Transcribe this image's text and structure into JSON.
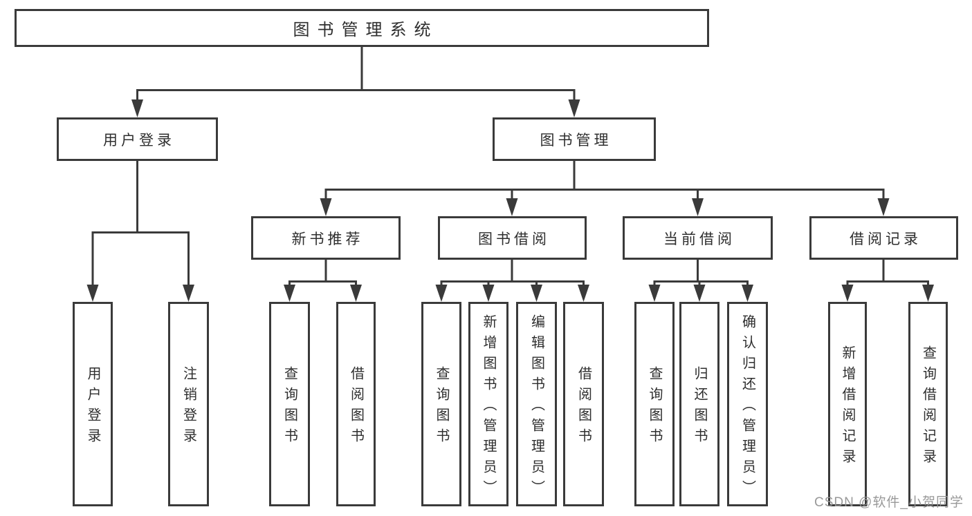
{
  "diagram": {
    "root": "图书管理系统",
    "level2": [
      "用户登录",
      "图书管理"
    ],
    "level3": [
      "新书推荐",
      "图书借阅",
      "当前借阅",
      "借阅记录"
    ],
    "login_children": [
      "用户登录",
      "注销登录"
    ],
    "recommend_children": [
      "查询图书",
      "借阅图书"
    ],
    "borrow_children": [
      "查询图书",
      "新增图书（管理员）",
      "编辑图书（管理员）",
      "借阅图书"
    ],
    "current_children": [
      "查询图书",
      "归还图书",
      "确认归还（管理员）"
    ],
    "record_children": [
      "新增借阅记录",
      "查询借阅记录"
    ]
  },
  "watermark": "CSDN @软件_小贺同学"
}
